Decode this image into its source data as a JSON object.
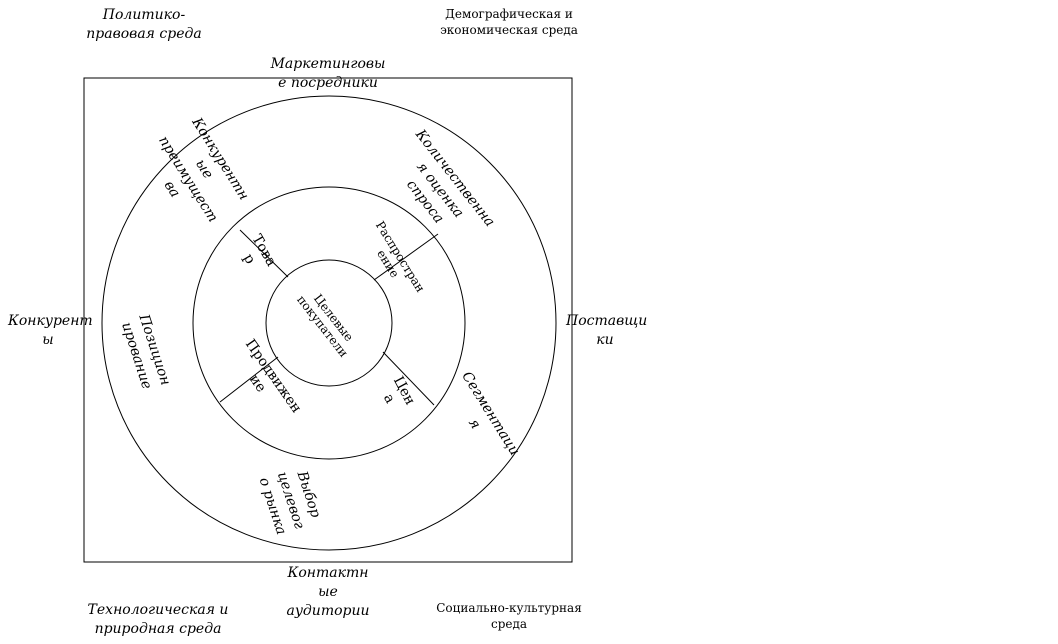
{
  "outer_labels": {
    "political_legal": [
      "Политико-",
      "правовая среда"
    ],
    "demographic_economic": [
      "Демографическая и",
      "экономическая среда"
    ],
    "marketing_intermediaries": [
      "Маркетинговы",
      "е посредники"
    ],
    "competitors": [
      "Конкурент",
      "ы"
    ],
    "suppliers": [
      "Поставщи",
      "ки"
    ],
    "contact_audiences": [
      "Контактн",
      "ые",
      "аудитории"
    ],
    "technological_natural": [
      "Технологическая и",
      "природная среда"
    ],
    "sociocultural": [
      "Социально-культурная",
      "среда"
    ]
  },
  "ring_outer": {
    "competitive_advantage": [
      "Конкурентн",
      "ые",
      "преимущест",
      "ва"
    ],
    "demand_estimation": [
      "Количественна",
      "я оценка",
      "спроса"
    ],
    "positioning": [
      "Позицион",
      "ирование"
    ],
    "segmentation": [
      "Сегментаци",
      "я"
    ],
    "target_market_selection": [
      "Выбор",
      "целевог",
      "о рынка"
    ]
  },
  "ring_middle": {
    "product": [
      "Това",
      "р"
    ],
    "distribution": [
      "Распростран",
      "ение"
    ],
    "promotion": [
      "Продвижен",
      "ие"
    ],
    "price": [
      "Цен",
      "а"
    ]
  },
  "center": {
    "target_buyers": [
      "Целевые",
      "покупатели"
    ]
  }
}
